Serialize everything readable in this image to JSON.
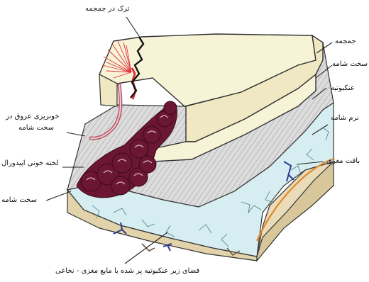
{
  "diagram": {
    "labels": {
      "skull_fracture": "ترک در جمجمه",
      "skull": "جمجمه",
      "dura_mater_right": "سخت شامه",
      "arachnoid": "عنکبوتیه",
      "pia_mater": "نرم شامه",
      "brain_tissue": "بافت مغزی",
      "torn_vessel_line1": "خونریزی عروق در",
      "torn_vessel_line2": "سخت شامه",
      "epidural_hematoma": "لخته خونی اپیدورال",
      "dura_mater_left": "سخت شامه",
      "subarachnoid_space": "فضای زیر عنکبوتیه پر شده با مایع مغزی - نخاعی"
    },
    "colors": {
      "skull": "#f7f3d6",
      "dura": "#d9d9d9",
      "csf": "#d6eef2",
      "brain": "#eadcb8",
      "clot": "#6b1632",
      "blood": "#e0303a",
      "pia": "#e08a2a",
      "vessel": "#2b3c8f"
    }
  }
}
